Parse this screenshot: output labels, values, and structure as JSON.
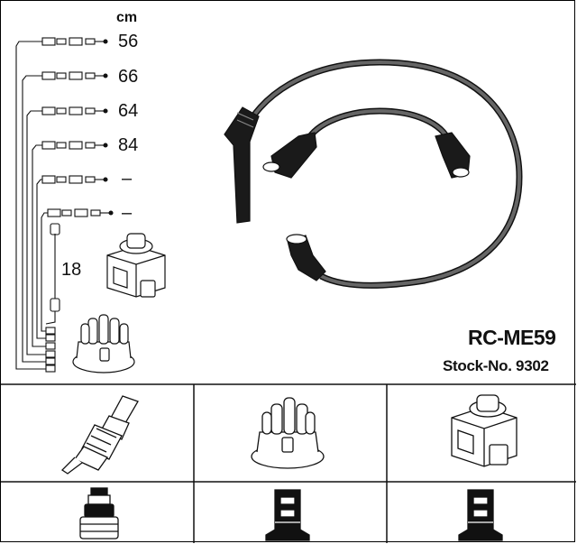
{
  "diagram": {
    "unit_label": "cm",
    "lengths": [
      "56",
      "66",
      "64",
      "84",
      "–",
      "–"
    ],
    "coil_lead_length": "18",
    "model": "RC-ME59",
    "stock_label": "Stock-No. 9302"
  },
  "colors": {
    "line": "#111111",
    "wire": "#555555",
    "wire_dark": "#1a1a1a"
  }
}
